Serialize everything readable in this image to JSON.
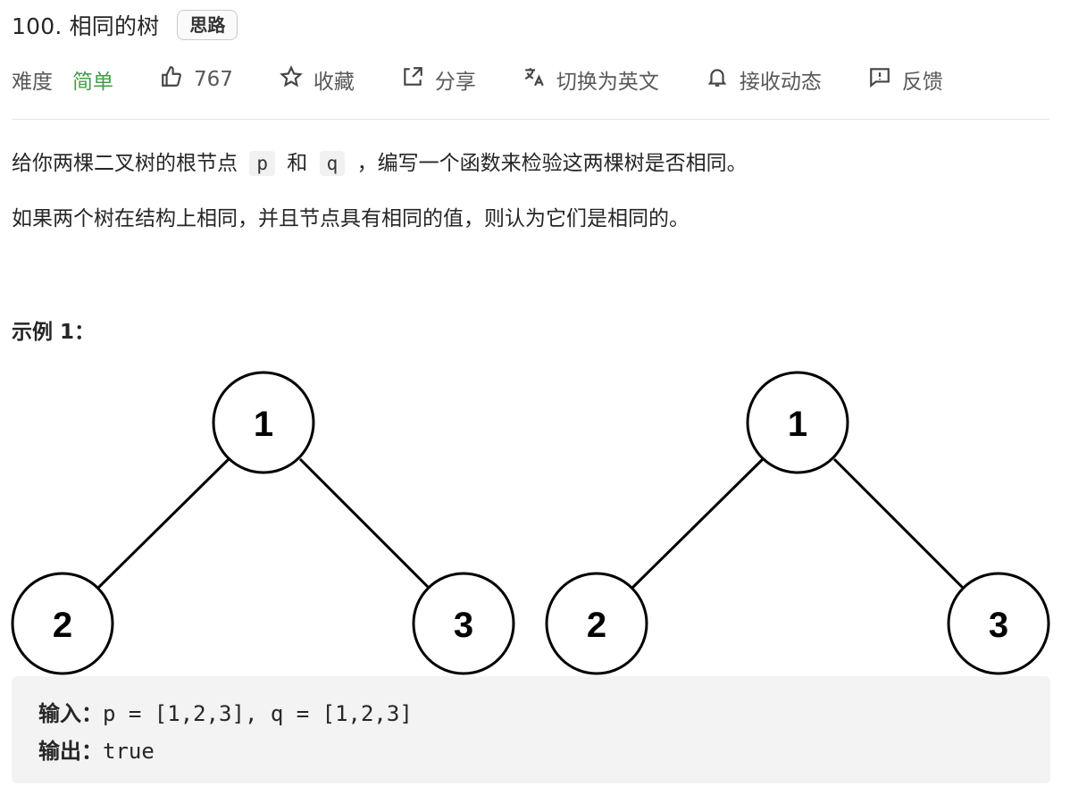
{
  "header": {
    "title": "100. 相同的树",
    "hint_badge": "思路"
  },
  "meta": {
    "difficulty_label": "难度",
    "difficulty_value": "简单",
    "likes": "767",
    "favorite": "收藏",
    "share": "分享",
    "translate": "切换为英文",
    "subscribe": "接收动态",
    "feedback": "反馈",
    "icons": [
      "thumbs-up-icon",
      "star-icon",
      "share-icon",
      "translate-icon",
      "bell-icon",
      "feedback-icon"
    ]
  },
  "description": {
    "line1_a": "给你两棵二叉树的根节点",
    "code_p": "p",
    "line1_b": "和",
    "code_q": "q",
    "line1_c": "，编写一个函数来检验这两棵树是否相同。",
    "line2": "如果两个树在结构上相同，并且节点具有相同的值，则认为它们是相同的。"
  },
  "example": {
    "title": "示例 1：",
    "tree_p": {
      "root": "1",
      "left": "2",
      "right": "3"
    },
    "tree_q": {
      "root": "1",
      "left": "2",
      "right": "3"
    },
    "input_label": "输入：",
    "input_value": "p = [1,2,3], q = [1,2,3]",
    "output_label": "输出：",
    "output_value": "true"
  }
}
